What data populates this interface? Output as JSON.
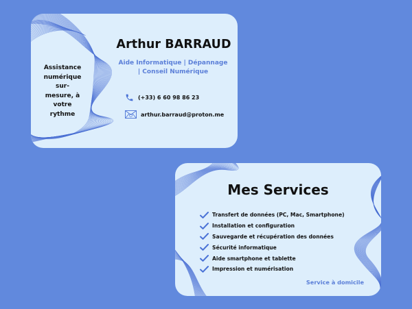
{
  "colors": {
    "background": "#6189dd",
    "card": "#ddeefc",
    "accent": "#5b7fd8",
    "text": "#111111",
    "wave": "#4a70d4"
  },
  "front": {
    "name": "Arthur BARRAUD",
    "tagline_line1": "Aide Informatique | Dépannage",
    "tagline_line2": "| Conseil Numérique",
    "slogan_lines": [
      "Assistance",
      "numérique sur-",
      "mesure, à votre",
      "rythme"
    ],
    "phone": {
      "icon": "phone-icon",
      "value": "(+33) 6 60 98 86 23"
    },
    "email": {
      "icon": "envelope-icon",
      "value": "arthur.barraud@proton.me"
    }
  },
  "back": {
    "title": "Mes Services",
    "services": [
      {
        "icon": "check-icon",
        "label": "Transfert de données (PC, Mac, Smartphone)"
      },
      {
        "icon": "check-icon",
        "label": "Installation et configuration"
      },
      {
        "icon": "check-icon",
        "label": "Sauvegarde et récupération des données"
      },
      {
        "icon": "check-icon",
        "label": "Sécurité informatique"
      },
      {
        "icon": "check-icon",
        "label": "Aide smartphone et tablette"
      },
      {
        "icon": "check-icon",
        "label": "Impression et numérisation"
      }
    ],
    "footer_note": "Service à domicile"
  }
}
